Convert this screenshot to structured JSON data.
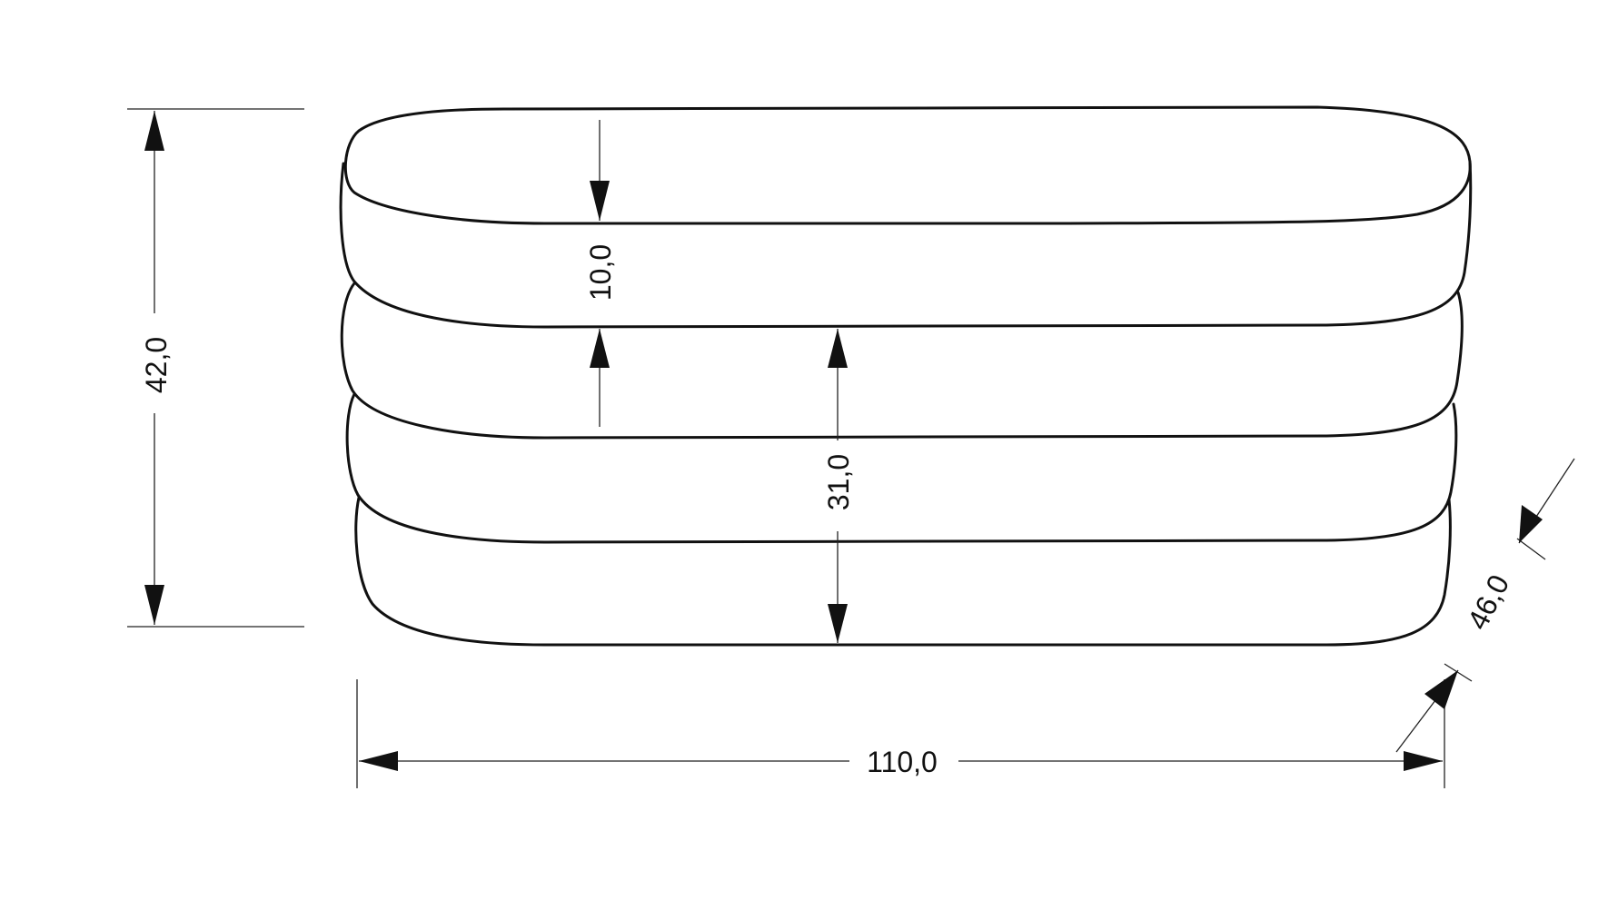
{
  "drawing": {
    "dimensions": {
      "total_height": "42,0",
      "cushion_height": "10,0",
      "body_height": "31,0",
      "width": "110,0",
      "depth": "46,0"
    },
    "colors": {
      "line": "#111111",
      "background": "#ffffff"
    }
  }
}
